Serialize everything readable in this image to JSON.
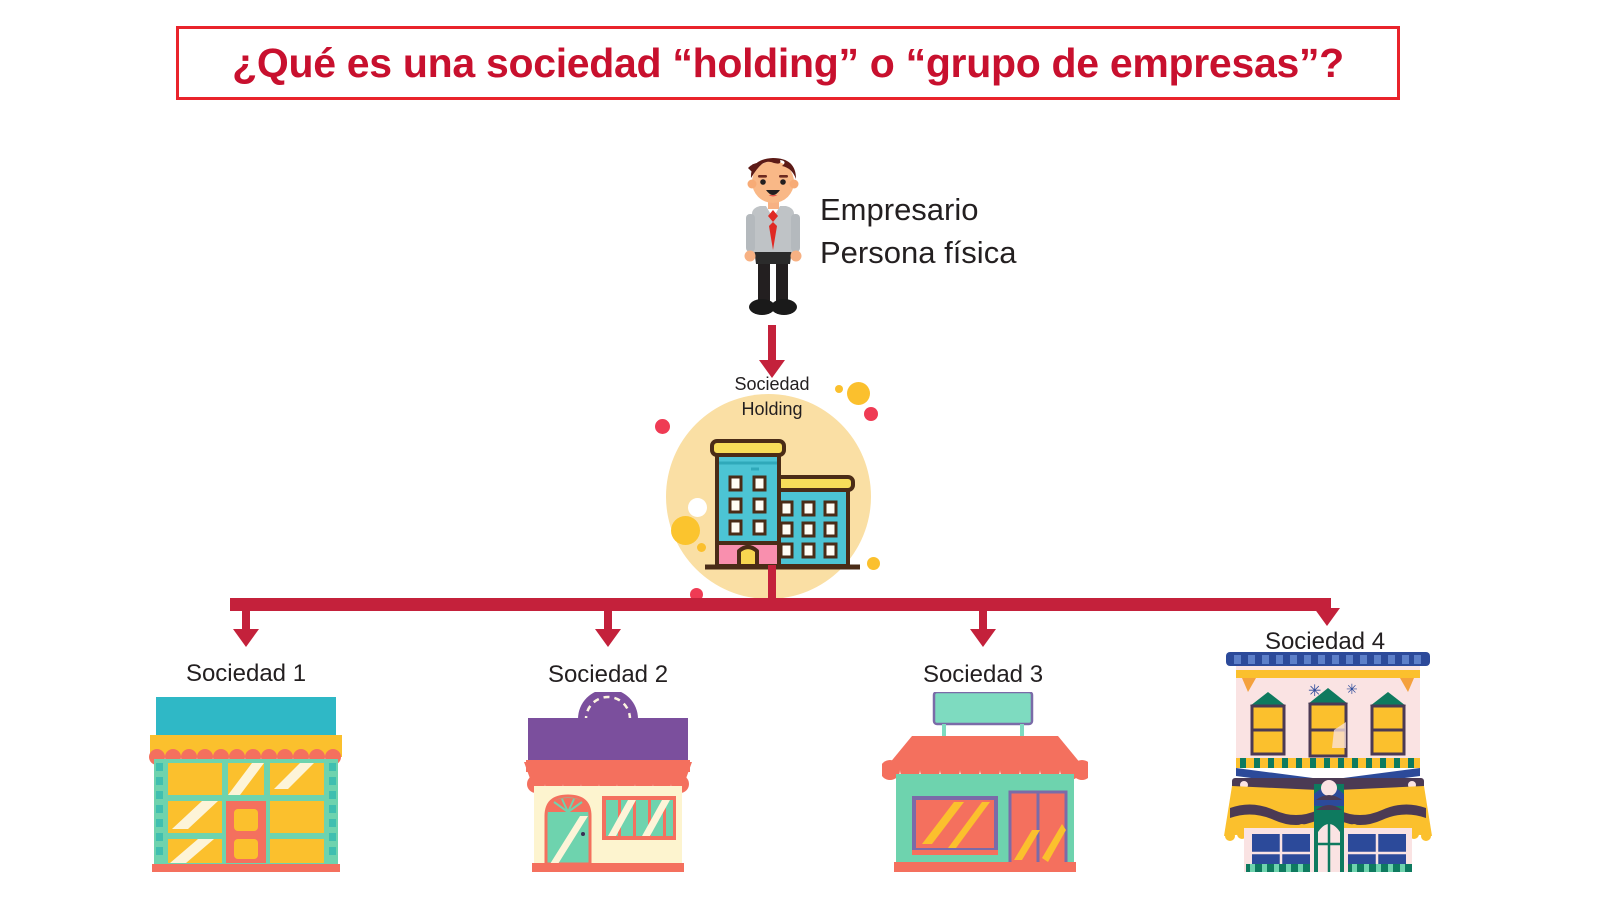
{
  "title": {
    "text": "¿Qué es una sociedad “holding” o “grupo de empresas”?",
    "border_color": "#e9232b",
    "text_color": "#c8102e"
  },
  "owner": {
    "label_line1": "Empresario",
    "label_line2": "Persona física",
    "icon": "businessman-icon"
  },
  "holding": {
    "label_line1": "Sociedad",
    "label_line2": "Holding",
    "icon": "office-buildings-icon",
    "circle_color": "#fadfa4"
  },
  "connector": {
    "color": "#c4213b"
  },
  "subsidiaries": [
    {
      "label": "Sociedad 1",
      "icon": "storefront-teal-icon"
    },
    {
      "label": "Sociedad 2",
      "icon": "storefront-purple-icon"
    },
    {
      "label": "Sociedad 3",
      "icon": "storefront-mint-icon"
    },
    {
      "label": "Sociedad 4",
      "icon": "storefront-victorian-icon"
    }
  ],
  "palette": {
    "teal": "#2fb8c6",
    "yellow": "#fbc02d",
    "coral": "#f4705e",
    "purple": "#7b4f9d",
    "mint": "#6ed3ae",
    "cream": "#fdf4cf",
    "navy": "#2c3e8f",
    "green": "#0e7a5f",
    "pink_wall": "#fae3e3",
    "dark_plum": "#4b3a54"
  }
}
